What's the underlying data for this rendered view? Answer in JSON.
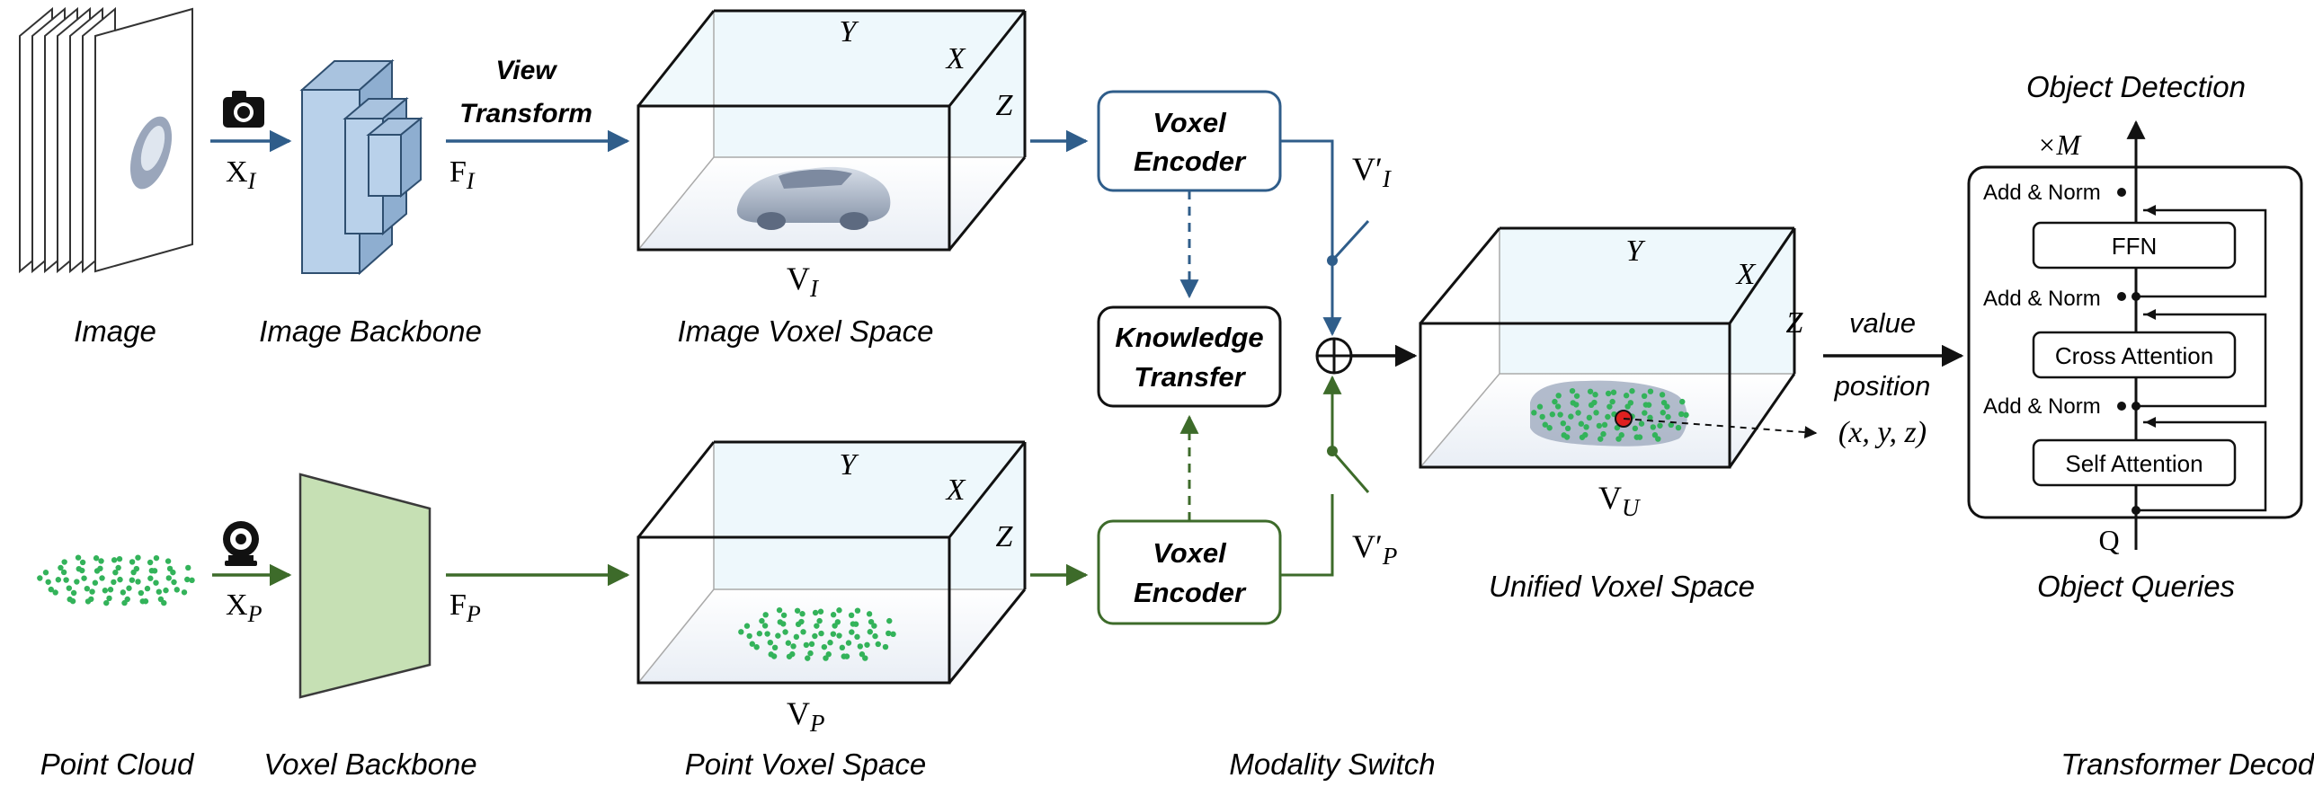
{
  "colors": {
    "image_branch": "#2f5d8a",
    "point_branch": "#3d6b2a",
    "cube_fill": "#eaf6fb",
    "backbone_blue": "#b9d1ea",
    "backbone_green": "#c6e0b4",
    "point_dot": "#33b35a",
    "query_point": "#e02020"
  },
  "image_branch": {
    "input_caption": "Image",
    "input_label": "X",
    "input_sub": "I",
    "backbone_caption": "Image Backbone",
    "feature_label": "F",
    "feature_sub": "I",
    "transform_line1": "View",
    "transform_line2": "Transform",
    "voxel_caption": "Image Voxel Space",
    "voxel_label": "V",
    "voxel_sub": "I",
    "encoder_line1": "Voxel",
    "encoder_line2": "Encoder",
    "switch_label": "V′",
    "switch_sub": "I",
    "input_icon": "camera-icon"
  },
  "point_branch": {
    "input_caption": "Point Cloud",
    "input_label": "X",
    "input_sub": "P",
    "backbone_caption": "Voxel Backbone",
    "feature_label": "F",
    "feature_sub": "P",
    "voxel_caption": "Point Voxel Space",
    "voxel_label": "V",
    "voxel_sub": "P",
    "encoder_line1": "Voxel",
    "encoder_line2": "Encoder",
    "switch_label": "V′",
    "switch_sub": "P",
    "input_icon": "lidar-icon"
  },
  "axes": {
    "x": "X",
    "y": "Y",
    "z": "Z"
  },
  "knowledge_transfer": {
    "line1": "Knowledge",
    "line2": "Transfer"
  },
  "modality_switch": {
    "caption": "Modality Switch"
  },
  "unified": {
    "caption": "Unified Voxel Space",
    "label": "V",
    "sub": "U",
    "value_label": "value",
    "position_label": "position",
    "coord_label": "(x, y, z)"
  },
  "decoder": {
    "caption": "Transformer Decoder",
    "output_label": "Object Detection",
    "repeat_label": "×M",
    "query_symbol": "Q",
    "query_caption": "Object Queries",
    "add_norm": "Add & Norm",
    "ffn": "FFN",
    "cross_attention": "Cross Attention",
    "self_attention": "Self Attention"
  }
}
